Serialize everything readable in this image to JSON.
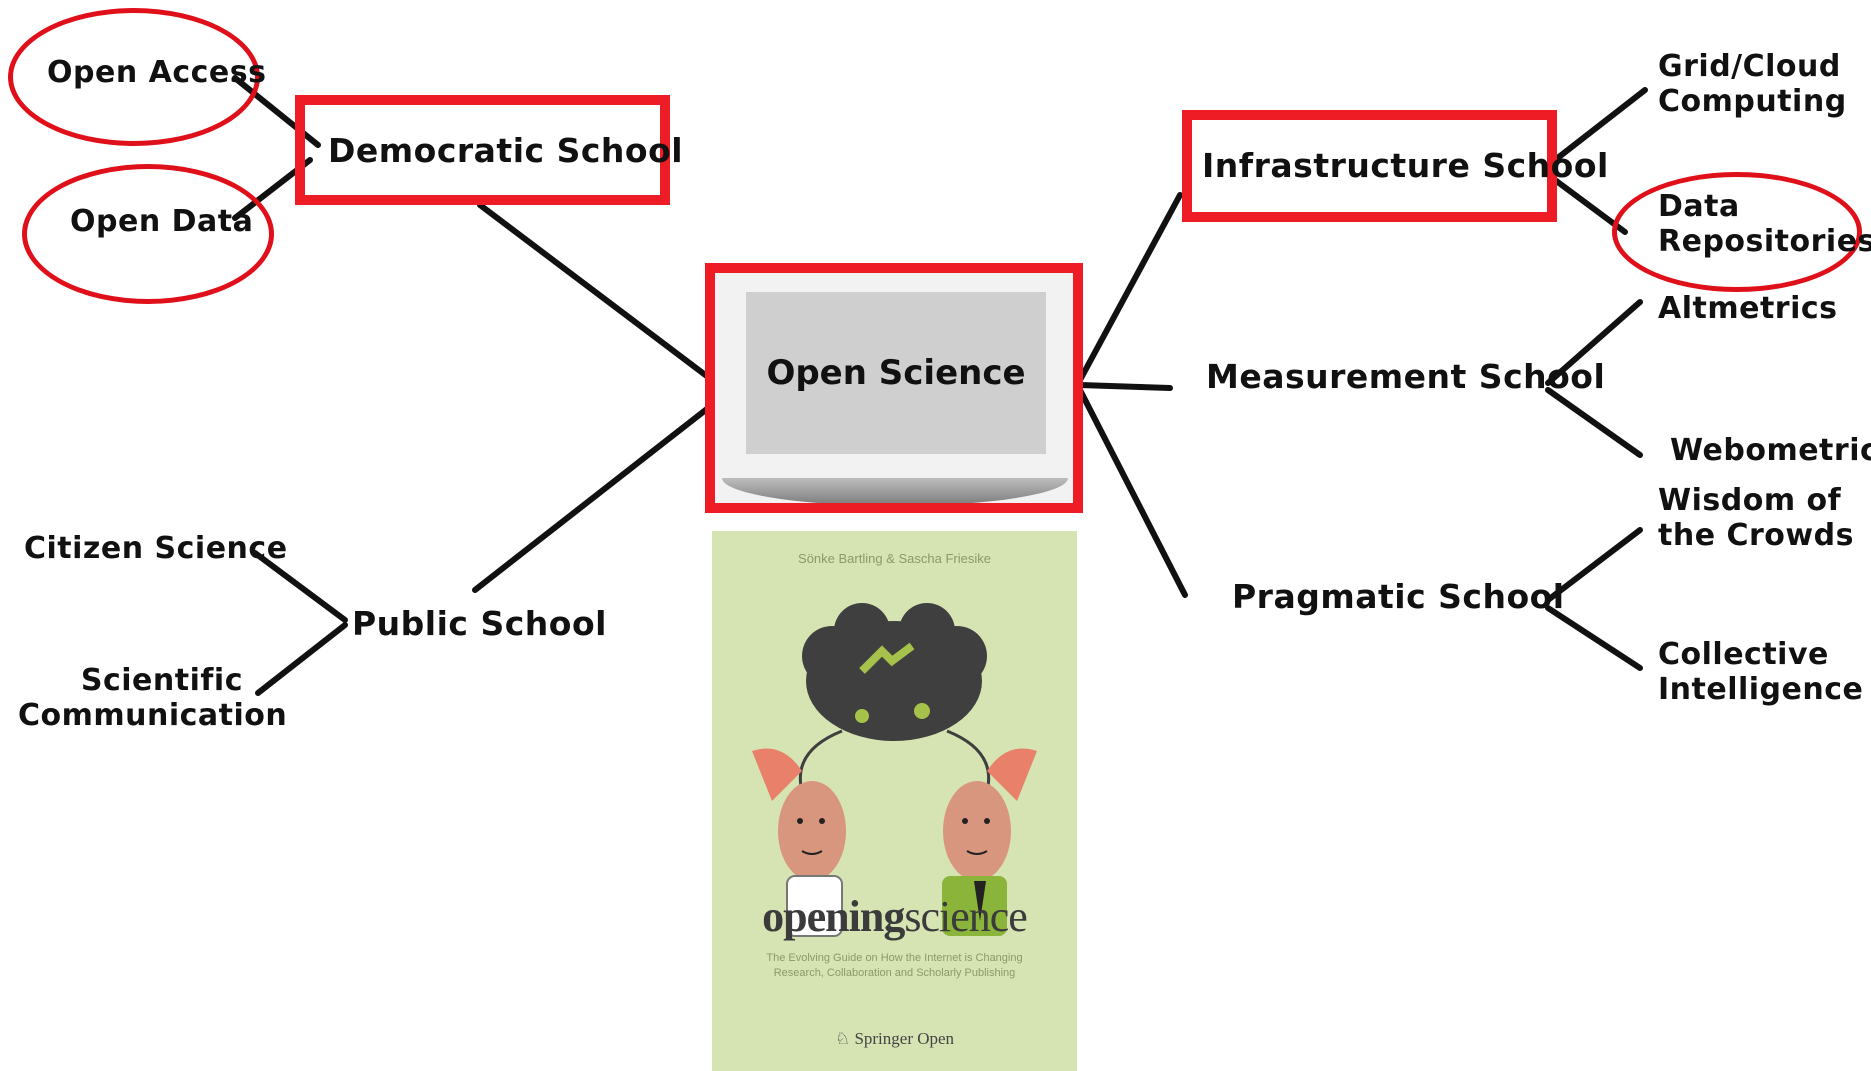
{
  "center": {
    "title": "Open Science"
  },
  "left": {
    "democratic_school": "Democratic School",
    "open_access": "Open Access",
    "open_data": "Open Data",
    "public_school": "Public School",
    "citizen_science": "Citizen Science",
    "scientific_communication": "Scientific Communication"
  },
  "right": {
    "infrastructure_school": "Infrastructure School",
    "grid_cloud_computing": "Grid/Cloud Computing",
    "data_repositories": "Data Repositories",
    "measurement_school": "Measurement School",
    "altmetrics": "Altmetrics",
    "webometrics": "Webometrics",
    "pragmatic_school": "Pragmatic School",
    "wisdom_of_the_crowds": "Wisdom of the Crowds",
    "collective_intelligence": "Collective Intelligence"
  },
  "book": {
    "authors": "Sönke Bartling & Sascha Friesike",
    "title_bold": "opening",
    "title_light": "science",
    "subtitle": "The Evolving Guide on How the Internet is Changing Research, Collaboration and Scholarly Publishing",
    "publisher": "Springer Open"
  },
  "colors": {
    "highlight": "#ee1c24",
    "book_bg": "#d6e3b3",
    "center_bg": "#cfcfcf"
  }
}
